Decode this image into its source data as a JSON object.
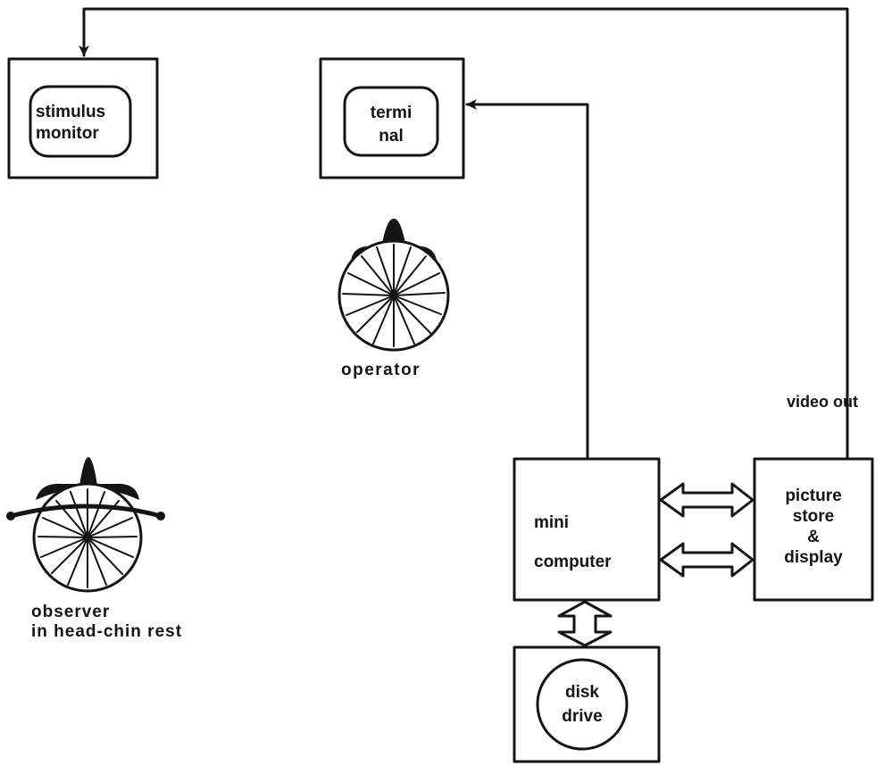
{
  "stimulus_monitor": {
    "line1": "stimulus",
    "line2": "monitor"
  },
  "terminal": {
    "line1": "termi",
    "line2": "nal"
  },
  "operator": {
    "label": "operator"
  },
  "observer": {
    "line1": "observer",
    "line2": "in head-chin rest"
  },
  "mini_computer": {
    "line1": "mini",
    "line2": "computer"
  },
  "picture_store": {
    "line1": "picture",
    "line2": "store",
    "line3": "&",
    "line4": "display"
  },
  "disk_drive": {
    "line1": "disk",
    "line2": "drive"
  },
  "video_out": {
    "label": "video out"
  },
  "colors": {
    "ink": "#141414",
    "paper": "#ffffff"
  }
}
